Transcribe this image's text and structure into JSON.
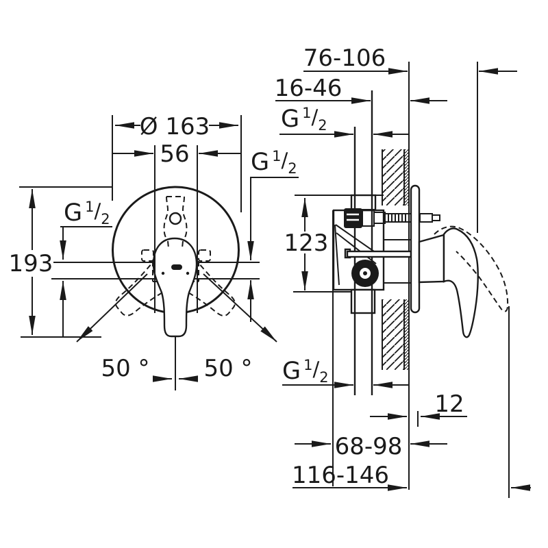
{
  "colors": {
    "line": "#1a1a1a",
    "background": "#ffffff"
  },
  "thread_label": {
    "prefix": "G",
    "numerator": "1",
    "separator": "/",
    "denominator": "2"
  },
  "dims": {
    "front": {
      "diameter": "Ø 163",
      "width": "56",
      "height": "193",
      "angle_left": "50 °",
      "angle_right": "50 °"
    },
    "side": {
      "protrusion": "76-106",
      "rough_in": "16-46",
      "body_height": "123",
      "plate_depth": "12",
      "mid_depth": "68-98",
      "total_depth": "116-146"
    }
  }
}
